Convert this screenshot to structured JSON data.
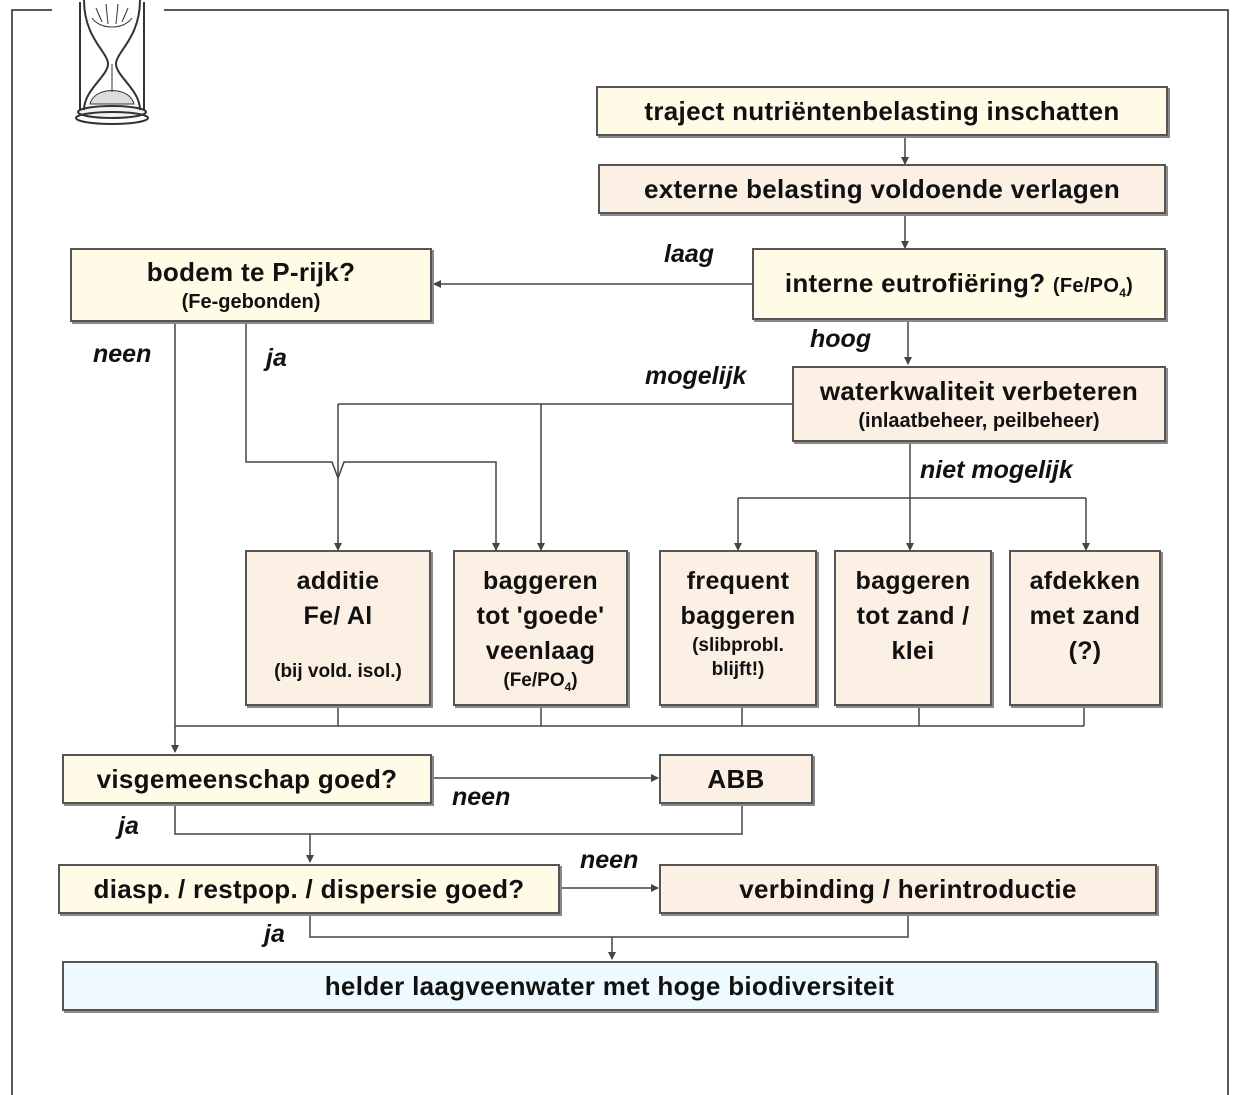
{
  "boxes": {
    "traject": "traject nutriëntenbelasting inschatten",
    "extern": "externe belasting voldoende verlagen",
    "intern": {
      "main": "interne eutrofiëring?",
      "note": "(Fe/PO",
      "note_sub": "4",
      "note_end": ")"
    },
    "bodem": {
      "main": "bodem te P-rijk?",
      "sub": "(Fe-gebonden)"
    },
    "waterkw": {
      "main": "waterkwaliteit verbeteren",
      "sub": "(inlaatbeheer, peilbeheer)"
    },
    "additie": {
      "l1": "additie",
      "l2": "Fe/ Al",
      "note": "(bij vold. isol.)"
    },
    "baggeren_veen": {
      "l1": "baggeren",
      "l2": "tot 'goede'",
      "l3": "veenlaag",
      "note": "(Fe/PO",
      "note_sub": "4",
      "note_end": ")"
    },
    "frequent": {
      "l1": "frequent",
      "l2": "baggeren",
      "n1": "(slibprobl.",
      "n2": "blijft!)"
    },
    "baggeren_zand": {
      "l1": "baggeren",
      "l2": "tot zand /",
      "l3": "klei"
    },
    "afdekken": {
      "l1": "afdekken",
      "l2": "met zand",
      "l3": "(?)"
    },
    "visgemeenschap": "visgemeenschap goed?",
    "abb": "ABB",
    "diasp": "diasp. / restpop. / dispersie goed?",
    "verbinding": "verbinding / herintroductie",
    "helder": "helder laagveenwater met hoge biodiversiteit"
  },
  "labels": {
    "laag": "laag",
    "hoog": "hoog",
    "neen_bodem": "neen",
    "ja_bodem": "ja",
    "mogelijk": "mogelijk",
    "niet_mogelijk": "niet mogelijk",
    "neen_vis": "neen",
    "ja_vis": "ja",
    "neen_diasp": "neen",
    "ja_diasp": "ja"
  },
  "icons": {
    "logo": "hourglass-icon"
  },
  "colors": {
    "cream": "#fffbe6",
    "peach": "#fcefe3",
    "blue": "#eefaff",
    "line": "#444444"
  }
}
